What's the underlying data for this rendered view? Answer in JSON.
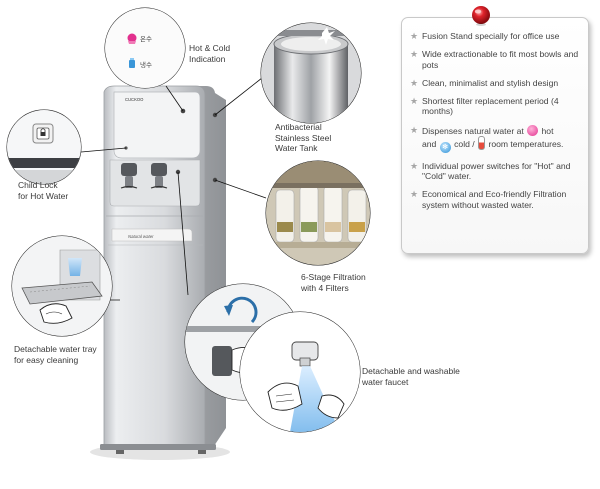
{
  "callouts": {
    "hot_cold": "Hot & Cold\nIndication",
    "child_lock": "Child Lock\nfor Hot Water",
    "tank": "Antibacterial\nStainless Steel\nWater Tank",
    "filtration": "6-Stage Filtration\nwith 4 Filters",
    "tray": "Detachable water tray\nfor easy cleaning",
    "faucet": "Detachable and washable\nwater faucet"
  },
  "indicator": {
    "hot_label": "온수",
    "cold_label": "냉수"
  },
  "brand": {
    "top_logo": "CUCKOO",
    "panel_logo": "Natural water"
  },
  "features": [
    {
      "id": "f1",
      "text": "Fusion Stand specially for office use"
    },
    {
      "id": "f2",
      "text": "Wide extractionable to fit most bowls and pots"
    },
    {
      "id": "f3",
      "text": "Clean, minimalist and stylish design"
    },
    {
      "id": "f4",
      "text": "Shortest filter replacement period (4 months)"
    },
    {
      "id": "f5",
      "pre": "Dispenses natural water at",
      "hot": "hot",
      "mid": "and",
      "cold": "cold /",
      "room": "room temperatures."
    },
    {
      "id": "f6",
      "text": "Individual power switches for \"Hot\" and \"Cold\" water."
    },
    {
      "id": "f7",
      "text": "Economical and Eco-friendly Filtration system without wasted water."
    }
  ],
  "colors": {
    "accent_red": "#d0121b",
    "star_gray": "#a6a6a6",
    "panel_border": "#c9c9c9",
    "body_silver": "#d8dadd"
  }
}
